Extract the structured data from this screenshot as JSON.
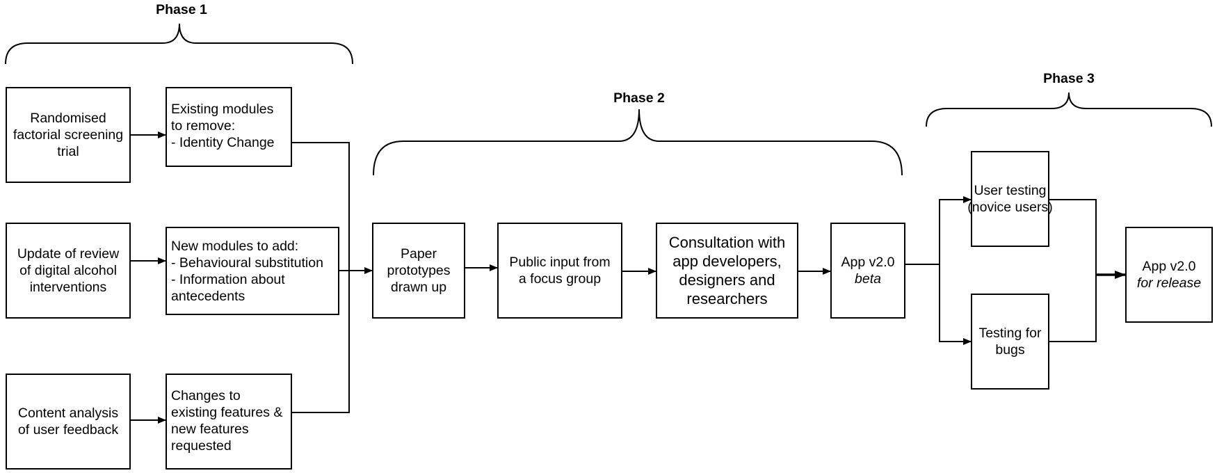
{
  "phases": {
    "p1": "Phase 1",
    "p2": "Phase 2",
    "p3": "Phase 3"
  },
  "boxes": {
    "trial": [
      "Randomised",
      "factorial screening",
      "trial"
    ],
    "remove": [
      "Existing modules",
      "to remove:",
      "- Identity Change"
    ],
    "review": [
      "Update of review",
      "of digital alcohol",
      "interventions"
    ],
    "add": [
      "New modules to add:",
      "- Behavioural substitution",
      "- Information about",
      "antecedents"
    ],
    "content": [
      "Content analysis",
      "of user feedback"
    ],
    "changes": [
      "Changes to",
      "existing features &",
      "new features",
      "requested"
    ],
    "paper": [
      "Paper",
      "prototypes",
      "drawn up"
    ],
    "public": [
      "Public input from",
      "a focus group"
    ],
    "consult": [
      "Consultation with",
      "app developers,",
      "designers and",
      "researchers"
    ],
    "beta": [
      "App v2.0",
      "beta"
    ],
    "usertest": [
      "User testing",
      "(novice users)"
    ],
    "bugs": [
      "Testing for",
      "bugs"
    ],
    "release": [
      "App v2.0",
      "for release"
    ]
  }
}
